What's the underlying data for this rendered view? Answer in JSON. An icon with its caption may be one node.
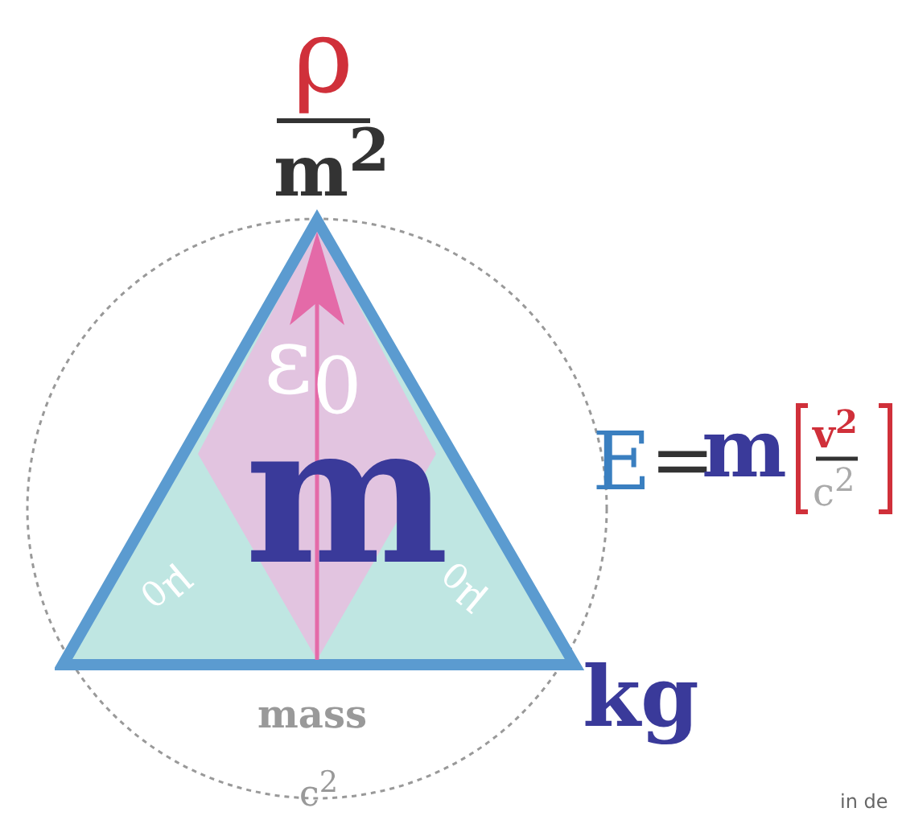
{
  "diagram": {
    "nodes": [
      {
        "text": [
          "ε$_{0}$",
          "m",
          "μ$_{0}$",
          "μ$_{0}$"
        ]
      }
    ],
    "labels": [
      "ρ",
      "m$^{2}$",
      "E",
      "=",
      "m",
      "v$^{2}$",
      "c$^{2}$",
      "kg",
      "mass",
      "c$^{2}$",
      "in de"
    ]
  }
}
